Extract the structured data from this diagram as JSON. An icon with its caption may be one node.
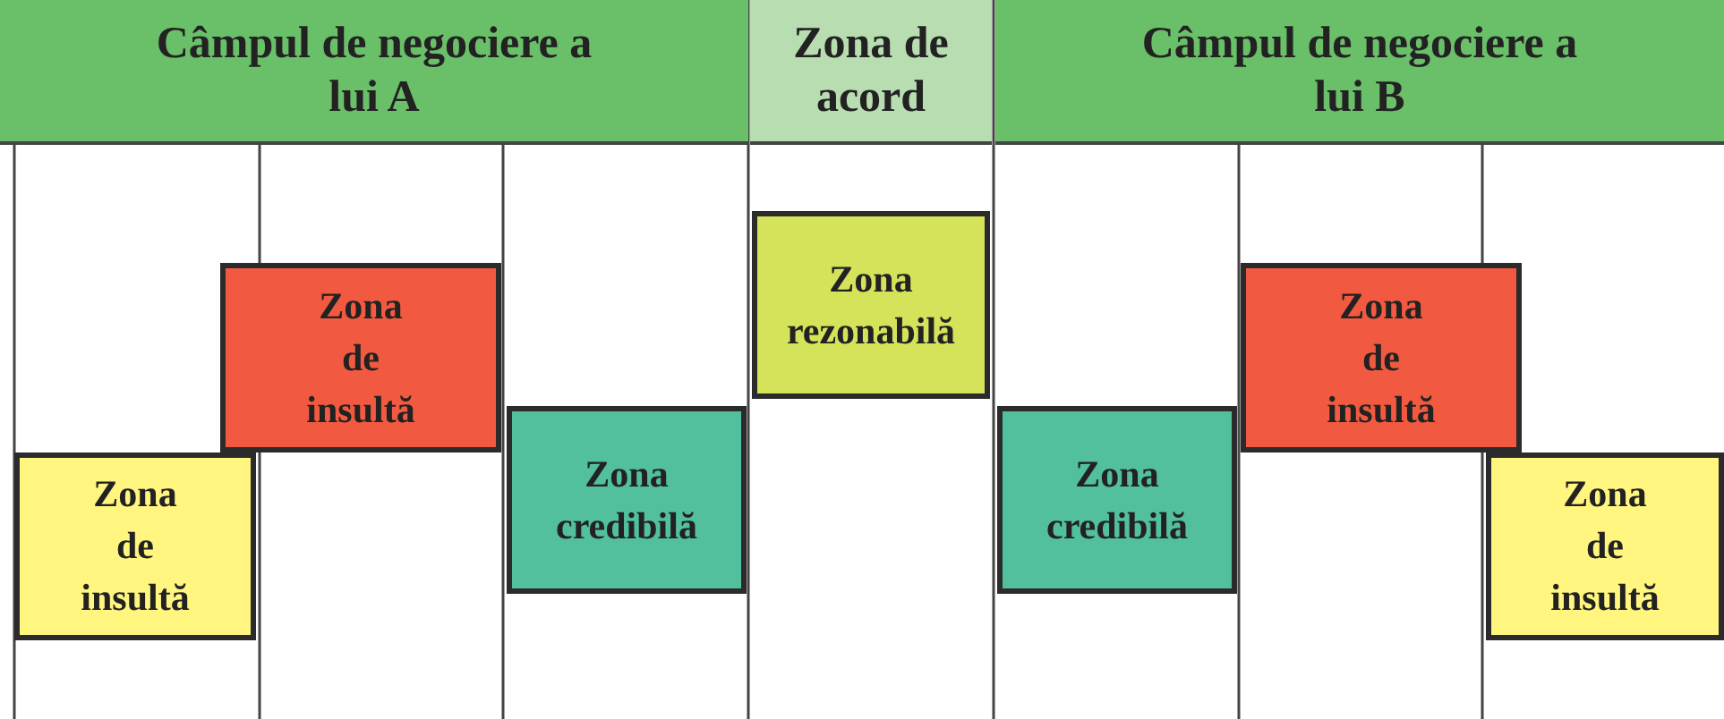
{
  "diagram": {
    "nodes": [
      {
        "text": [
          "Câmpul de negociere a lui A"
        ]
      },
      {
        "text": [
          "Zona de acord"
        ]
      },
      {
        "text": [
          "Câmpul de negociere a lui B"
        ]
      },
      {
        "text": [
          "Zona de insultă"
        ]
      },
      {
        "text": [
          "Zona de insultă"
        ]
      },
      {
        "text": [
          "Zona credibilă"
        ]
      },
      {
        "text": [
          "Zona rezonabilă"
        ]
      },
      {
        "text": [
          "Zona credibilă"
        ]
      },
      {
        "text": [
          "Zona de insultă"
        ]
      },
      {
        "text": [
          "Zona de insultă"
        ]
      }
    ],
    "edges": []
  }
}
